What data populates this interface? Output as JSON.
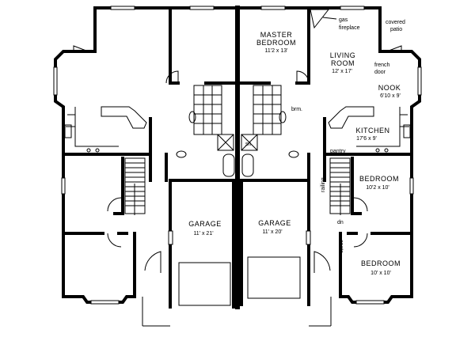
{
  "plan": {
    "rooms": {
      "master_bedroom": {
        "name_line1": "MASTER",
        "name_line2": "BEDROOM",
        "size": "11'2 x 13'"
      },
      "living_room": {
        "name_line1": "LIVING",
        "name_line2": "ROOM",
        "size": "12' x 17'"
      },
      "nook": {
        "name": "NOOK",
        "size": "6'10 x 9'"
      },
      "kitchen": {
        "name": "KITCHEN",
        "size": "17'6 x 9'"
      },
      "bedroom_1": {
        "name": "BEDROOM",
        "size": "10'2 x 10'"
      },
      "bedroom_2": {
        "name": "BEDROOM",
        "size": "10' x 10'"
      },
      "garage_left": {
        "name": "GARAGE",
        "size": "11' x 21'"
      },
      "garage_right": {
        "name": "GARAGE",
        "size": "11' x 20'"
      }
    },
    "notes": {
      "fireplace_line1": "gas",
      "fireplace_line2": "fireplace",
      "patio_line1": "covered",
      "patio_line2": "patio",
      "door_line1": "french",
      "door_line2": "door",
      "bathroom": "brm.",
      "pantry": "pantry",
      "railing": "railing",
      "down": "dn",
      "coats": "coats",
      "shower": "sh"
    }
  }
}
